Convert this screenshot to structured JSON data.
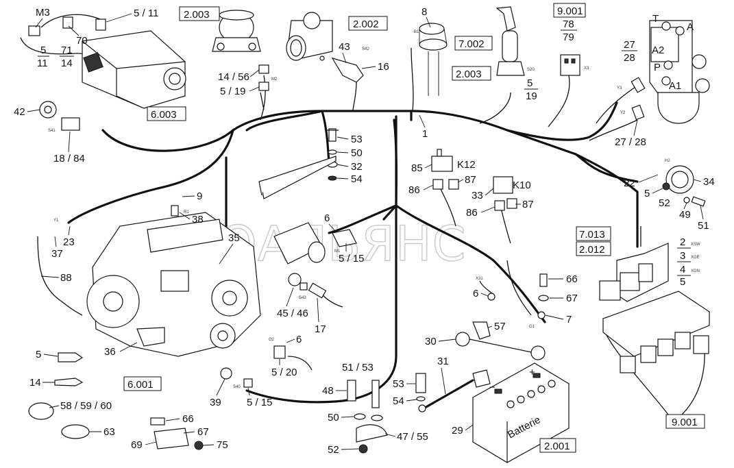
{
  "watermark": "АВТОАЛЬЯНС",
  "reference_boxes": {
    "ref_2003_top": "2.003",
    "ref_2002": "2.002",
    "ref_7002": "7.002",
    "ref_9001_top": "9.001",
    "ref_2003_mid": "2.003",
    "ref_6003": "6.003",
    "ref_7013": "7.013",
    "ref_2012": "2.012",
    "ref_6001": "6.001",
    "ref_2001": "2.001",
    "ref_9001_bottom": "9.001"
  },
  "callouts": {
    "m3": "M3",
    "c5_11_top": "5 / 11",
    "c70": "70",
    "f5": "5",
    "f11": "11",
    "f71": "71",
    "f14": "14",
    "c8": "8",
    "c43": "43",
    "c16": "16",
    "c14_56": "14 / 56",
    "c5_19_left": "5 / 19",
    "f78": "78",
    "f79": "79",
    "f27": "27",
    "f28": "28",
    "c5_right": "5",
    "c19_right": "19",
    "c1": "1",
    "c42": "42",
    "c18_84": "18 / 84",
    "c53_top": "53",
    "c50_top": "50",
    "c32": "32",
    "c54_top": "54",
    "c85": "85",
    "k12": "K12",
    "c86_top": "86",
    "c87_top": "87",
    "c33": "33",
    "k10": "K10",
    "c86_mid": "86",
    "c87_mid": "87",
    "c9": "9",
    "c38": "38",
    "c35": "35",
    "c6_mid": "6",
    "c5_15_mid": "5 / 15",
    "c23": "23",
    "c37": "37",
    "c88": "88",
    "c22": "22",
    "c34": "34",
    "c5_horn": "5",
    "c52_horn": "52",
    "c49": "49",
    "c51_horn": "51",
    "c27_28_bottom": "27 / 28",
    "c2": "2",
    "c3": "3",
    "c4": "4",
    "c5_fuse": "5",
    "c66_mid": "66",
    "c67_mid": "67",
    "c6_x31": "6",
    "c7": "7",
    "c45_46": "45 / 46",
    "c17": "17",
    "c57": "57",
    "c30": "30",
    "c6_g2": "6",
    "c5_20": "5 / 20",
    "c5_left": "5",
    "c14_left": "14",
    "c58_59_60": "58 / 59 / 60",
    "c63": "63",
    "c36": "36",
    "c39": "39",
    "c5_15_bottom": "5 / 15",
    "c51_53": "51 / 53",
    "c48": "48",
    "c50_bottom": "50",
    "c52_bottom": "52",
    "c47_55": "47 / 55",
    "c53_bat": "53",
    "c54_bat": "54",
    "c31": "31",
    "c29": "29",
    "c66_bottom": "66",
    "c67_bottom": "67",
    "c69": "69",
    "c75": "75",
    "valve_t": "T",
    "valve_a": "A",
    "valve_a2": "A2",
    "valve_p": "P",
    "valve_a1": "A1"
  },
  "small_codes": {
    "b1": "B1",
    "s42": "S42",
    "s20": "S20",
    "x3": "X3",
    "y3": "Y3",
    "y2": "Y2",
    "m2": "M2",
    "s41": "S41",
    "y1": "Y1",
    "h2": "H2",
    "r1": "R1",
    "m1": "M1",
    "x31": "X31",
    "g1": "G1",
    "s43": "S43",
    "g2": "G2",
    "s40": "S40",
    "xsw": "XSW",
    "xge": "XGE",
    "xgn": "XGN"
  },
  "battery_label": "Batterie",
  "battery_plus": "+",
  "battery_minus": "−"
}
